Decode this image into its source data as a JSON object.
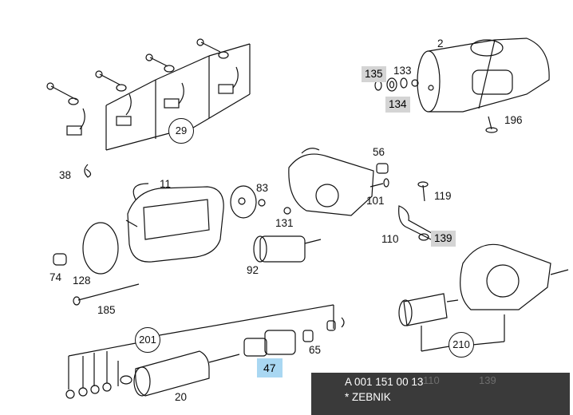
{
  "diagram": {
    "labels": {
      "p2": "2",
      "p133": "133",
      "p196": "196",
      "p56": "56",
      "p83": "83",
      "p11": "11",
      "p119": "119",
      "p38": "38",
      "p101": "101",
      "p131": "131",
      "p110": "110",
      "p92": "92",
      "p74": "74",
      "p128": "128",
      "p185": "185",
      "p65": "65",
      "p20": "20"
    },
    "circled": {
      "c29": "29",
      "c201": "201",
      "c210": "210"
    },
    "highlighted": {
      "h135": "135",
      "h134": "134",
      "h139": "139",
      "h47": "47"
    },
    "colors": {
      "highlight_gray": "#d4d4d4",
      "highlight_blue": "#a9d7f2",
      "line": "#111111",
      "info_background": "#3a3a3a"
    }
  },
  "info_box": {
    "part_number": "A 001 151 00 13",
    "part_name": "* ZEBNIK",
    "ghost_left": "110",
    "ghost_right": "139"
  }
}
